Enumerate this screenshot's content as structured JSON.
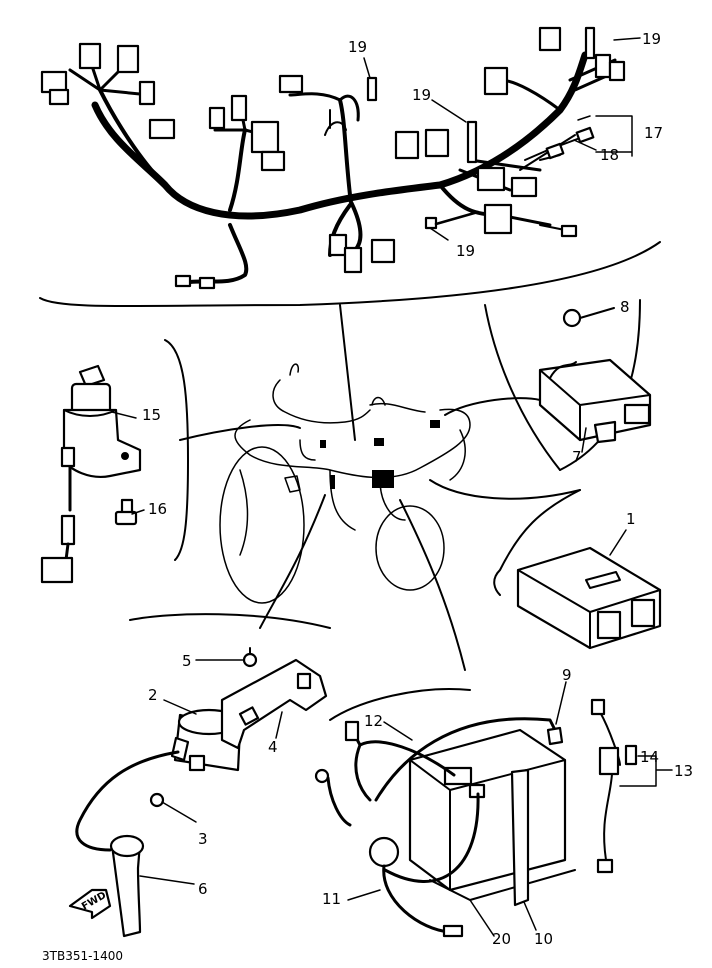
{
  "callouts": {
    "c1": "1",
    "c2": "2",
    "c3": "3",
    "c4": "4",
    "c5": "5",
    "c6": "6",
    "c7": "7",
    "c8": "8",
    "c9": "9",
    "c10": "10",
    "c11": "11",
    "c12": "12",
    "c13": "13",
    "c14": "14",
    "c15": "15",
    "c16": "16",
    "c17": "17",
    "c18": "18",
    "c19a": "19",
    "c19b": "19",
    "c19c": "19",
    "c19d": "19",
    "c20": "20"
  },
  "fwd_label": "FWD",
  "drawing_code": "3TB351-1400"
}
